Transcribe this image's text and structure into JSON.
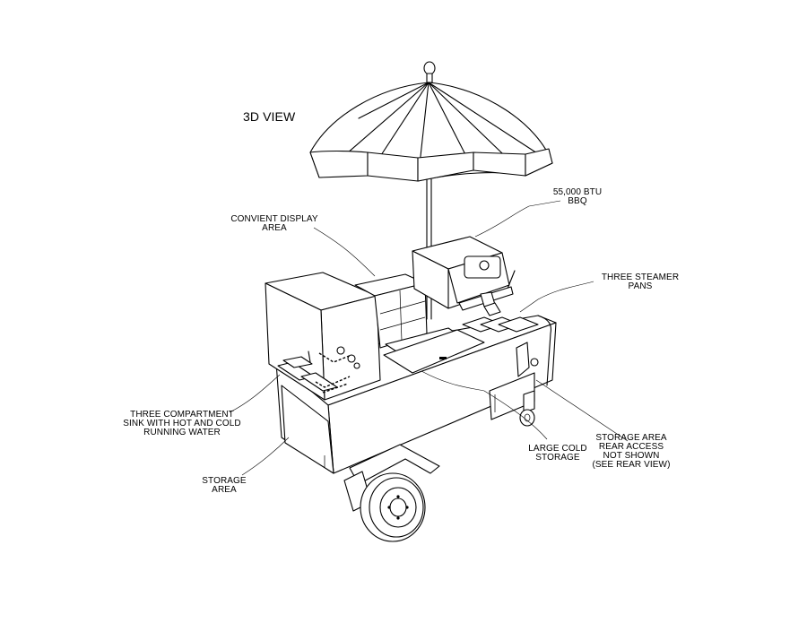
{
  "title": "3D VIEW",
  "labels": {
    "bbq": "55,000 BTU\nBBQ",
    "display": "CONVIENT DISPLAY\nAREA",
    "steamer": "THREE STEAMER\nPANS",
    "sink": "THREE COMPARTMENT\nSINK WITH HOT AND COLD\nRUNNING WATER",
    "storage": "STORAGE\nAREA",
    "cold": "LARGE COLD\nSTORAGE",
    "rear": "STORAGE AREA\nREAR ACCESS\nNOT SHOWN\n(SEE REAR VIEW)"
  }
}
